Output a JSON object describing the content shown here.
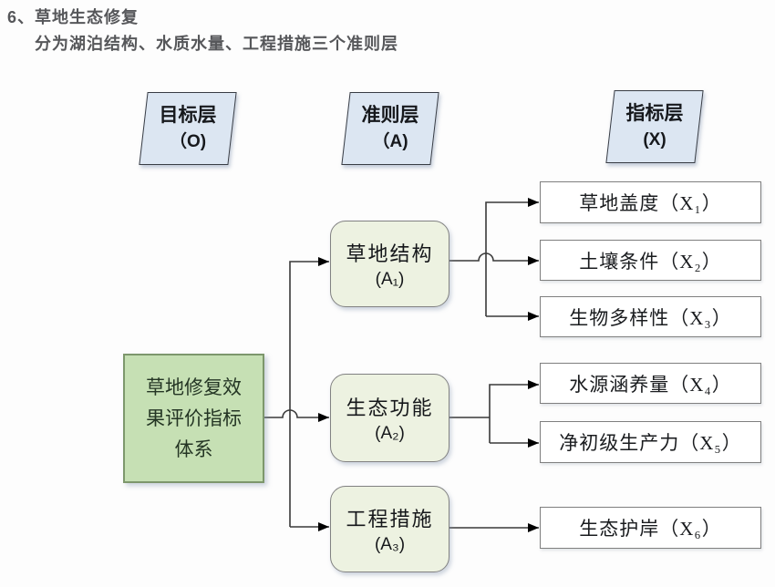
{
  "title": "6、草地生态修复",
  "subtitle": "分为湖泊结构、水质水量、工程措施三个准则层",
  "layer_headers": [
    {
      "line1": "目标层",
      "line2": "（O)"
    },
    {
      "line1": "准则层",
      "line2": "（A)"
    },
    {
      "line1": "指标层",
      "line2": "(X)"
    }
  ],
  "goal": {
    "label": "草地修复效果评价指标体系"
  },
  "criteria": [
    {
      "name": "草地结构",
      "code": "(A₁)"
    },
    {
      "name": "生态功能",
      "code": "(A₂)"
    },
    {
      "name": "工程措施",
      "code": "(A₃)"
    }
  ],
  "indicators": [
    {
      "label": "草地盖度（X₁）"
    },
    {
      "label": "土壤条件（X₂）"
    },
    {
      "label": "生物多样性（X₃）"
    },
    {
      "label": "水源涵养量（X₄）"
    },
    {
      "label": "净初级生产力（X₅）"
    },
    {
      "label": "生态护岸（X₆）"
    }
  ],
  "colors": {
    "header_fill": "#dce6f2",
    "goal_fill": "#c6e0b4",
    "criteria_fill": "#edf2e1",
    "indicator_fill": "#ffffff",
    "line": "#3a3a3a",
    "title_text": "#56575a"
  }
}
